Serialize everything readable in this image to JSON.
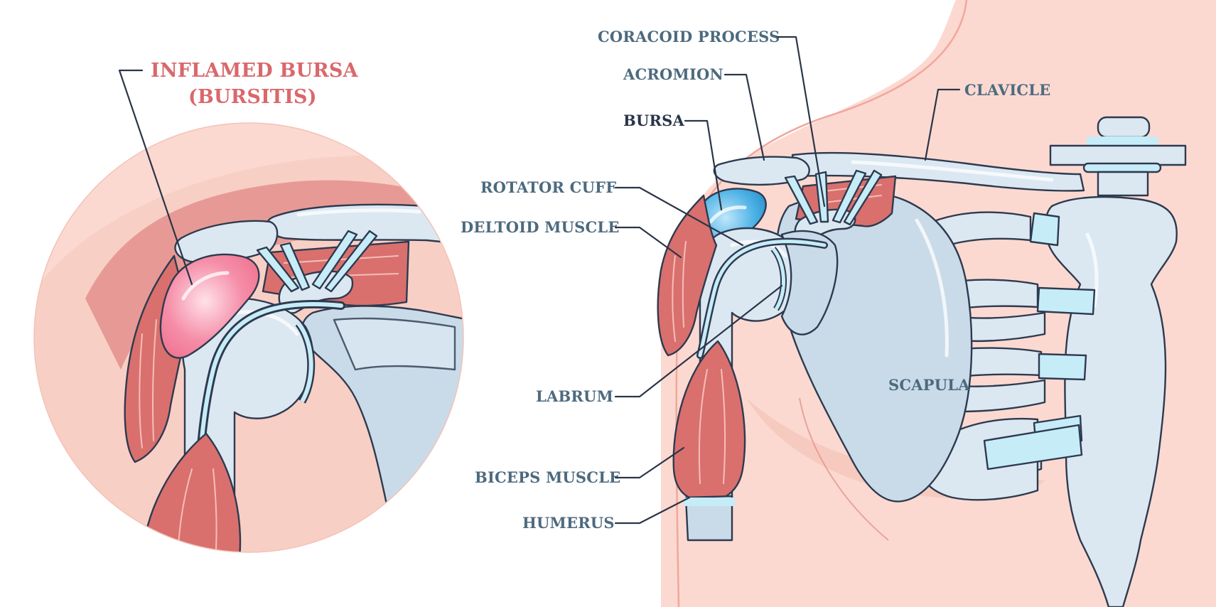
{
  "inset": {
    "title_line1": "INFLAMED BURSA",
    "title_line2": "(BURSITIS)"
  },
  "labels": {
    "coracoid_process": "CORACOID PROCESS",
    "acromion": "ACROMION",
    "bursa": "BURSA",
    "rotator_cuff": "ROTATOR CUFF",
    "deltoid_muscle": "DELTOID MUSCLE",
    "labrum": "LABRUM",
    "biceps_muscle": "BICEPS MUSCLE",
    "humerus": "HUMERUS",
    "clavicle": "CLAVICLE",
    "scapula": "SCAPULA"
  },
  "colors": {
    "label_text": "#4d6a7e",
    "bursa_label": "#283548",
    "inflamed_title": "#d9686c",
    "bone": "#dbe8f2",
    "muscle": "#d9706e",
    "skin": "#fbd9d1",
    "healthy_bursa": "#3aa6dc",
    "inflamed_bursa": "#f27d9a"
  }
}
